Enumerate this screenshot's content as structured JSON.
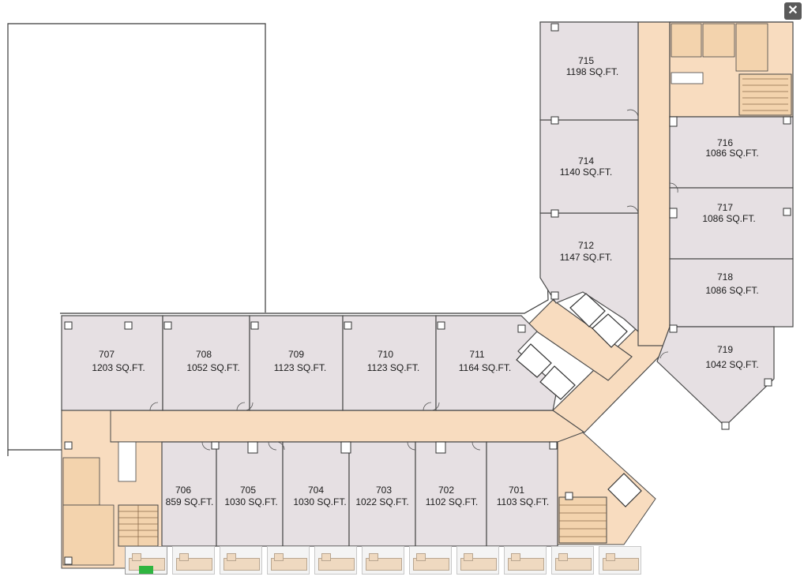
{
  "close_button": {
    "label": "✕",
    "icon": "close-icon"
  },
  "colors": {
    "unit_fill": "#e6e0e3",
    "corridor_fill": "#f8dcbf",
    "highlight": "#2fb540"
  },
  "units": [
    {
      "id": "707",
      "area": "1203 SQ.FT."
    },
    {
      "id": "708",
      "area": "1052 SQ.FT."
    },
    {
      "id": "709",
      "area": "1123 SQ.FT."
    },
    {
      "id": "710",
      "area": "1123 SQ.FT."
    },
    {
      "id": "711",
      "area": "1164 SQ.FT."
    },
    {
      "id": "712",
      "area": "1147 SQ.FT."
    },
    {
      "id": "714",
      "area": "1140 SQ.FT."
    },
    {
      "id": "715",
      "area": "1198 SQ.FT."
    },
    {
      "id": "716",
      "area": "1086 SQ.FT."
    },
    {
      "id": "717",
      "area": "1086 SQ.FT."
    },
    {
      "id": "718",
      "area": "1086 SQ.FT."
    },
    {
      "id": "719",
      "area": "1042 SQ.FT."
    },
    {
      "id": "706",
      "area": "859 SQ.FT."
    },
    {
      "id": "705",
      "area": "1030 SQ.FT."
    },
    {
      "id": "704",
      "area": "1030 SQ.FT."
    },
    {
      "id": "703",
      "area": "1022 SQ.FT."
    },
    {
      "id": "702",
      "area": "1102 SQ.FT."
    },
    {
      "id": "701",
      "area": "1103 SQ.FT."
    }
  ],
  "thumbnails": {
    "count": 11,
    "active_index": 0
  }
}
